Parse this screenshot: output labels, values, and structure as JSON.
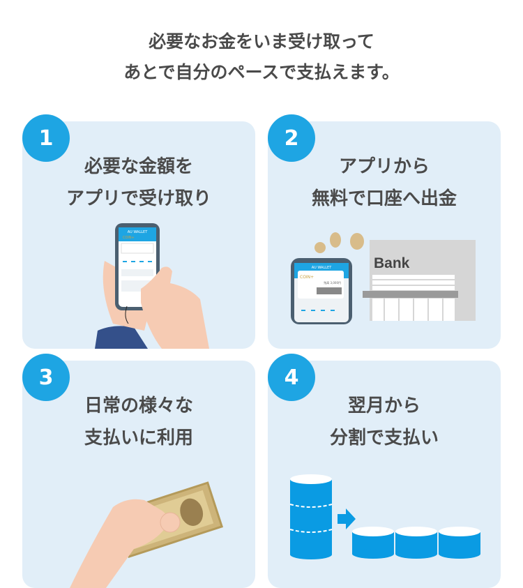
{
  "headline": {
    "line1": "必要なお金をいま受け取って",
    "line2": "あとで自分のペースで支払えます。"
  },
  "colors": {
    "accent": "#1ea5e3",
    "card_bg": "#e1eef8",
    "text": "#4a4a4a",
    "coin_blue": "#0a9be3"
  },
  "steps": [
    {
      "number": "1",
      "line1": "必要な金額を",
      "line2": "アプリで受け取り",
      "illustration": "hand-holding-phone"
    },
    {
      "number": "2",
      "line1": "アプリから",
      "line2": "無料で口座へ出金",
      "illustration": "phone-coins-bank"
    },
    {
      "number": "3",
      "line1": "日常の様々な",
      "line2": "支払いに利用",
      "illustration": "hand-holding-banknote"
    },
    {
      "number": "4",
      "line1": "翌月から",
      "line2": "分割で支払い",
      "illustration": "coin-stack-split"
    }
  ],
  "illustration_text": {
    "wallet": "AU WALLET",
    "coin": "COIN+",
    "balance": "残高 3,000円",
    "bank": "Bank"
  }
}
